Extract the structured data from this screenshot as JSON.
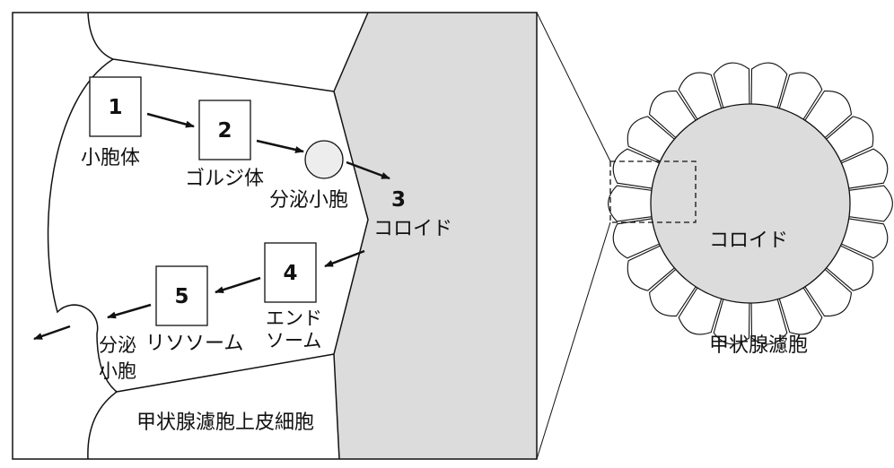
{
  "labels": {
    "vesicle": "小胞体",
    "golgi": "ゴルジ体",
    "secretory_vesicle_1": "分泌小胞",
    "colloid_left": "コロイド",
    "endosome_line1": "エンド",
    "endosome_line2": "ソーム",
    "lysosome": "リソソーム",
    "secretory_vesicle_2_line1": "分泌",
    "secretory_vesicle_2_line2": "小胞",
    "epithelial_cell": "甲状腺濾胞上皮細胞",
    "colloid_right": "コロイド",
    "follicle": "甲状腺濾胞"
  },
  "steps": {
    "n1": "1",
    "n2": "2",
    "n3": "3",
    "n4": "4",
    "n5": "5"
  },
  "colors": {
    "colloid_fill": "#dcdcdc",
    "stroke": "#111111",
    "vesicle_fill": "#ededed"
  }
}
